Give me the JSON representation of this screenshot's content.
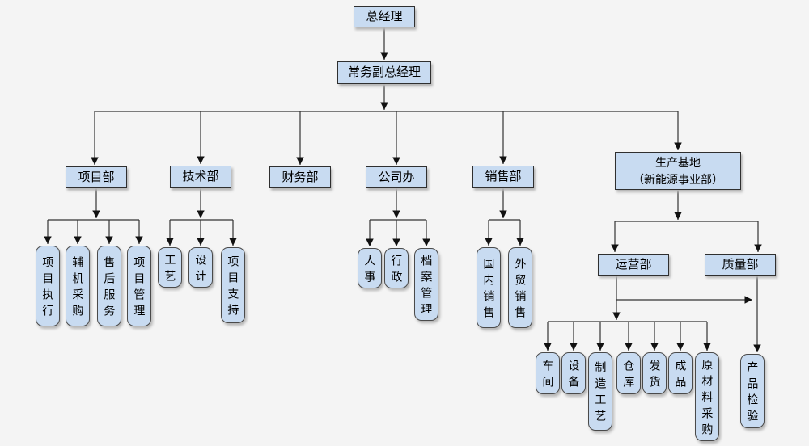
{
  "colors": {
    "background": "#f4f4f4",
    "node_fill": "#c8dbf1",
    "node_border": "#2f2f2f",
    "connector": "#333333"
  },
  "org": {
    "label": "总经理",
    "children": [
      {
        "label": "常务副总经理",
        "children": [
          {
            "label": "项目部",
            "children": [
              {
                "label": "项目执行"
              },
              {
                "label": "辅机采购"
              },
              {
                "label": "售后服务"
              },
              {
                "label": "项目管理"
              }
            ]
          },
          {
            "label": "技术部",
            "children": [
              {
                "label": "工艺"
              },
              {
                "label": "设计"
              },
              {
                "label": "项目支持"
              }
            ]
          },
          {
            "label": "财务部",
            "children": []
          },
          {
            "label": "公司办",
            "children": [
              {
                "label": "人事"
              },
              {
                "label": "行政"
              },
              {
                "label": "档案管理"
              }
            ]
          },
          {
            "label": "销售部",
            "children": [
              {
                "label": "国内销售"
              },
              {
                "label": "外贸销售"
              }
            ]
          },
          {
            "label_line1": "生产基地",
            "label_line2": "（新能源事业部）",
            "children": [
              {
                "label": "运营部",
                "children": [
                  {
                    "label": "车间"
                  },
                  {
                    "label": "设备"
                  },
                  {
                    "label": "制造工艺"
                  },
                  {
                    "label": "仓库"
                  },
                  {
                    "label": "发货"
                  },
                  {
                    "label": "成品"
                  },
                  {
                    "label": "原材料采购"
                  }
                ]
              },
              {
                "label": "质量部",
                "children": [
                  {
                    "label": "产品检验"
                  }
                ]
              }
            ]
          }
        ]
      }
    ]
  }
}
